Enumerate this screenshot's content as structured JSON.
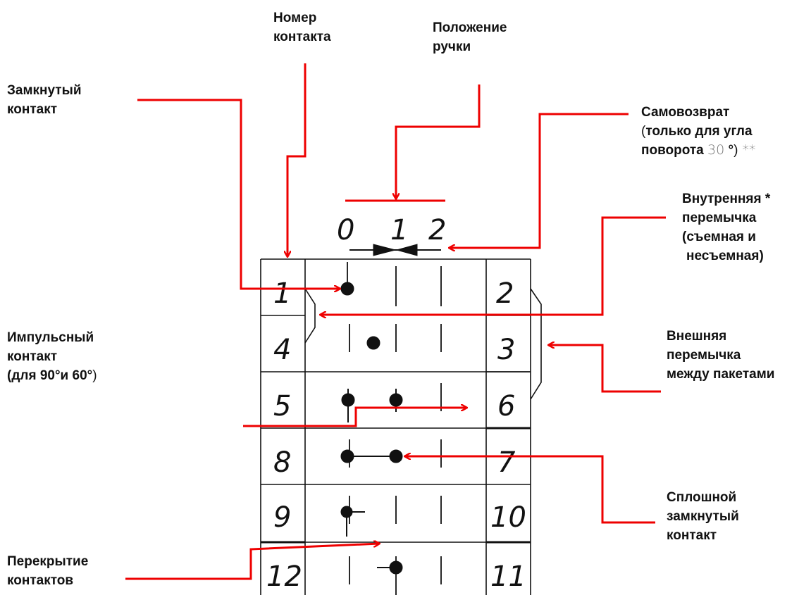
{
  "labels": {
    "contact_number": [
      "Номер",
      "контакта"
    ],
    "handle_position": [
      "Положение",
      "ручки"
    ],
    "closed_contact": [
      "Замкнутый",
      "контакт"
    ],
    "self_return": {
      "line1": "Самовозврат",
      "line2_open": "(",
      "line2_text": "только для угла",
      "line3_text": "поворота ",
      "line3_value": "30",
      "line3_deg": " °",
      "line3_close": ")",
      "line3_note": " **"
    },
    "internal_jumper": [
      "Внутренняя *",
      "перемычка",
      "(съемная и",
      "несъемная)"
    ],
    "pulse_contact": {
      "line1": "Импульсный",
      "line2": "контакт",
      "line3": "(для 90°и 60°",
      "line3_close": ")"
    },
    "external_jumper": [
      "Внешняя",
      "перемычка",
      "между пакетами"
    ],
    "solid_closed_contact": [
      "Сплошной",
      "замкнутый",
      "контакт"
    ],
    "contact_overlap": [
      "Перекрытие",
      "контактов"
    ]
  },
  "positions": [
    "0",
    "1",
    "2"
  ],
  "left_numbers": [
    "1",
    "4",
    "5",
    "8",
    "9",
    "12"
  ],
  "right_numbers": [
    "2",
    "3",
    "6",
    "7",
    "10",
    "11"
  ],
  "colors": {
    "arrow": "#ee0000",
    "ink": "#111111",
    "background": "#ffffff"
  }
}
